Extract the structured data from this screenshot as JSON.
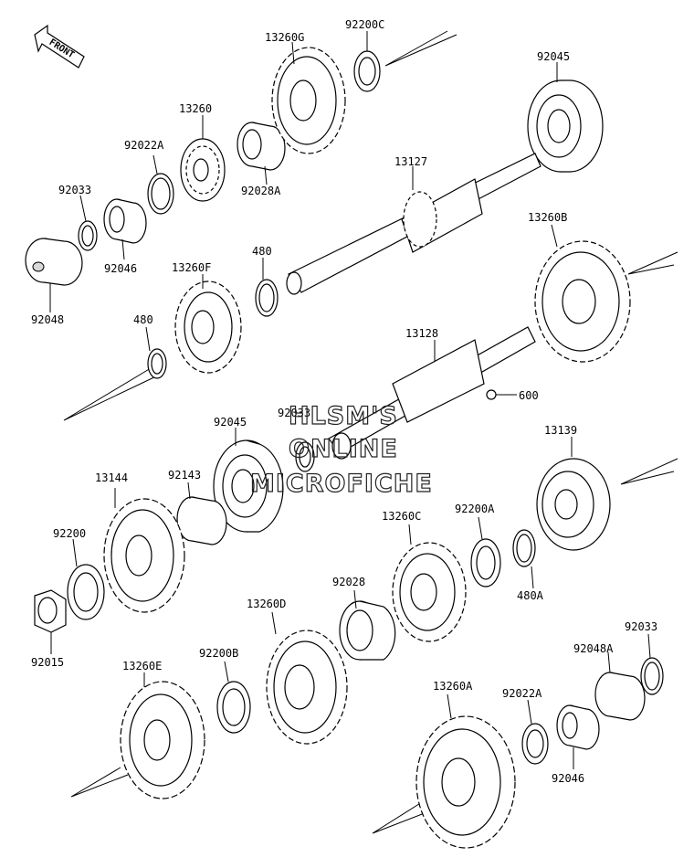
{
  "badge": {
    "front_label": "FRONT"
  },
  "watermark": {
    "line1": "HLSM'S",
    "line2": "ONLINE",
    "line3": "MICROFICHE"
  },
  "labels": {
    "p13260G": "13260G",
    "p92200C": "92200C",
    "p92045_top": "92045",
    "p13260": "13260",
    "p92022A": "92022A",
    "p92028A": "92028A",
    "p92033_left": "92033",
    "p92046_left": "92046",
    "p13127": "13127",
    "p92048": "92048",
    "p13260B": "13260B",
    "p480_upper": "480",
    "p13260F": "13260F",
    "p480_left": "480",
    "p13128": "13128",
    "p600": "600",
    "p92033_hidden": "92033",
    "p92045_mid": "92045",
    "p13139": "13139",
    "p13144": "13144",
    "p92143": "92143",
    "p92200": "92200",
    "p13260C": "13260C",
    "p92200A": "92200A",
    "p480A": "480A",
    "p92028": "92028",
    "p92015": "92015",
    "p13260D": "13260D",
    "p92033_right": "92033",
    "p13260E": "13260E",
    "p92200B": "92200B",
    "p92048A": "92048A",
    "p13260A": "13260A",
    "p92022A_right": "92022A",
    "p92046_right": "92046"
  }
}
